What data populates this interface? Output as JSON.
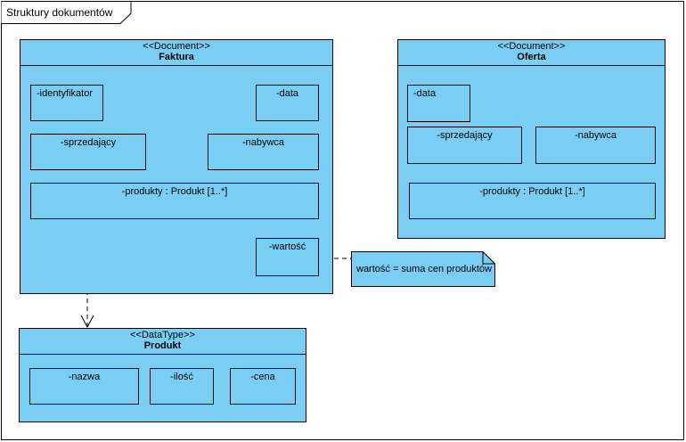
{
  "frame": {
    "title": "Struktury dokumentów"
  },
  "faktura": {
    "stereotype": "<<Document>>",
    "name": "Faktura",
    "attributes": [
      "-identyfikator",
      "-data",
      "-sprzedający",
      "-nabywca",
      "-produkty : Produkt [1..*]",
      "-wartość"
    ]
  },
  "oferta": {
    "stereotype": "<<Document>>",
    "name": "Oferta",
    "attributes": [
      "-data",
      "-sprzedający",
      "-nabywca",
      "-produkty : Produkt [1..*]"
    ]
  },
  "produkt": {
    "stereotype": "<<DataType>>",
    "name": "Produkt",
    "attributes": [
      "-nazwa",
      "-ilość",
      "-cena"
    ]
  },
  "note": {
    "text": "wartość = suma cen produktów"
  },
  "colors": {
    "class_fill": "#7acef5",
    "line": "#000000"
  }
}
